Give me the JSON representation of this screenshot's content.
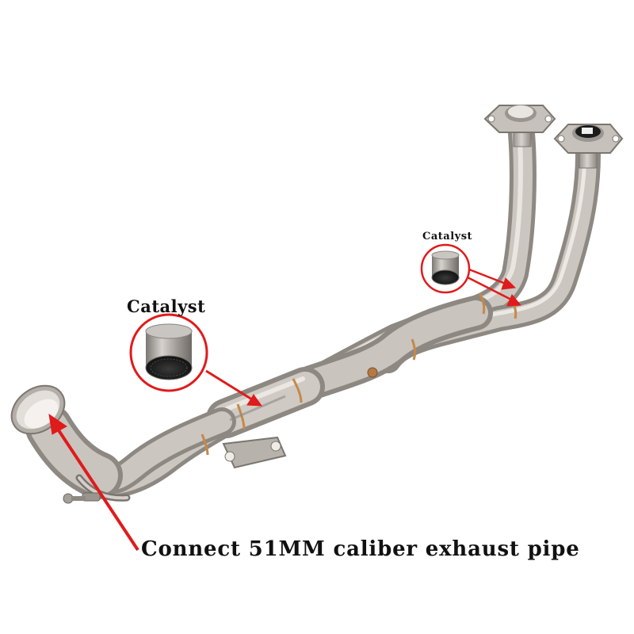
{
  "labels": {
    "catalyst_large": "Catalyst",
    "catalyst_small": "Catalyst",
    "caption": "Connect 51MM caliber exhaust pipe"
  },
  "colors": {
    "background": "#ffffff",
    "pipe_steel": "#bdb8b3",
    "pipe_shadow": "#8d8782",
    "weld_bronze": "#c48a4a",
    "arrow_red": "#e01b1b",
    "callout_ring": "#e01b1b"
  },
  "icons": {
    "flange": "exhaust-flange-icon",
    "catalyst": "catalyst-core-icon",
    "clamp": "pipe-clamp-icon"
  }
}
